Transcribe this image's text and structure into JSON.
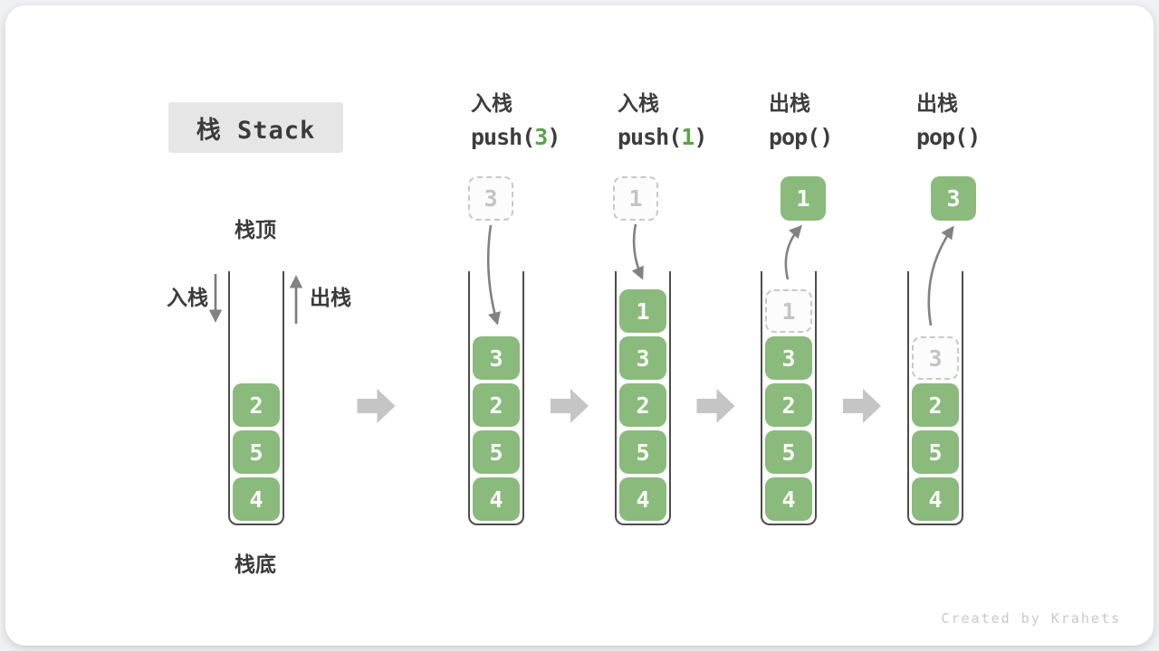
{
  "title": "栈 Stack",
  "watermark": "Created by Krahets",
  "legend": {
    "stack_top": "栈顶",
    "stack_bottom": "栈底",
    "push_label": "入栈",
    "pop_label": "出栈"
  },
  "colors": {
    "block_green": "#8aba7c",
    "code_arg_green": "#5da14d",
    "thin_arrow_gray": "#828282",
    "big_arrow_gray": "#c5c5c5"
  },
  "stacks": [
    {
      "key": "state-initial",
      "op": null,
      "floating": null,
      "blocks": [
        {
          "value": "2",
          "variant": "solid"
        },
        {
          "value": "5",
          "variant": "solid"
        },
        {
          "value": "4",
          "variant": "solid"
        }
      ]
    },
    {
      "key": "state-push-3",
      "op": {
        "action": "入栈",
        "code_pre": "push(",
        "code_arg": "3",
        "code_suf": ")"
      },
      "floating": {
        "value": "3",
        "variant": "ghost"
      },
      "blocks": [
        {
          "value": "3",
          "variant": "solid"
        },
        {
          "value": "2",
          "variant": "solid"
        },
        {
          "value": "5",
          "variant": "solid"
        },
        {
          "value": "4",
          "variant": "solid"
        }
      ]
    },
    {
      "key": "state-push-1",
      "op": {
        "action": "入栈",
        "code_pre": "push(",
        "code_arg": "1",
        "code_suf": ")"
      },
      "floating": {
        "value": "1",
        "variant": "ghost"
      },
      "blocks": [
        {
          "value": "1",
          "variant": "solid"
        },
        {
          "value": "3",
          "variant": "solid"
        },
        {
          "value": "2",
          "variant": "solid"
        },
        {
          "value": "5",
          "variant": "solid"
        },
        {
          "value": "4",
          "variant": "solid"
        }
      ]
    },
    {
      "key": "state-pop-1",
      "op": {
        "action": "出栈",
        "code_pre": "pop()",
        "code_arg": "",
        "code_suf": ""
      },
      "floating": {
        "value": "1",
        "variant": "solid"
      },
      "blocks": [
        {
          "value": "1",
          "variant": "ghost"
        },
        {
          "value": "3",
          "variant": "solid"
        },
        {
          "value": "2",
          "variant": "solid"
        },
        {
          "value": "5",
          "variant": "solid"
        },
        {
          "value": "4",
          "variant": "solid"
        }
      ]
    },
    {
      "key": "state-pop-3",
      "op": {
        "action": "出栈",
        "code_pre": "pop()",
        "code_arg": "",
        "code_suf": ""
      },
      "floating": {
        "value": "3",
        "variant": "solid"
      },
      "blocks": [
        {
          "value": "3",
          "variant": "ghost"
        },
        {
          "value": "2",
          "variant": "solid"
        },
        {
          "value": "5",
          "variant": "solid"
        },
        {
          "value": "4",
          "variant": "solid"
        }
      ]
    }
  ]
}
